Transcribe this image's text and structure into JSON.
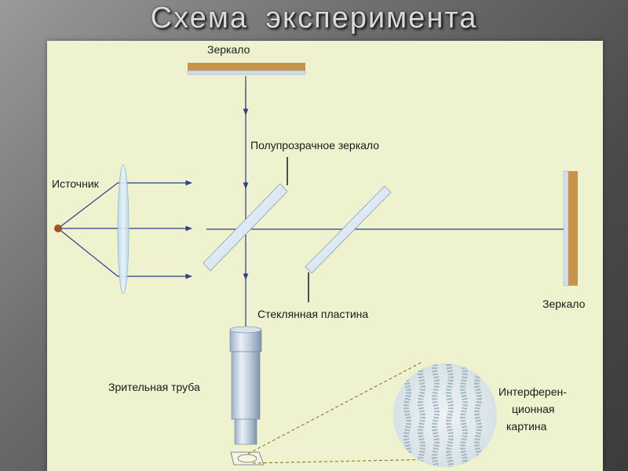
{
  "slide": {
    "title": "Схема эксперимента"
  },
  "labels": {
    "mirror_top": "Зеркало",
    "semi_transparent_mirror": "Полупрозрачное зеркало",
    "source": "Источник",
    "mirror_right": "Зеркало",
    "glass_plate": "Стеклянная пластина",
    "telescope": "Зрительная труба",
    "interference_line1": "Интерферен-",
    "interference_line2": "ционная",
    "interference_line3": "картина"
  },
  "colors": {
    "panel_background": "#eef2ce",
    "beam": "#2b3f8c",
    "mirror_coating": "#c8944a",
    "glass": "#dde8f4",
    "source_point": "#a0522d",
    "pattern_dash": "#8a6a1a"
  },
  "icons": {
    "source": "light-source-dot",
    "lens": "converging-lens",
    "telescope": "telescope-eyepiece",
    "pattern": "interference-fringes"
  }
}
